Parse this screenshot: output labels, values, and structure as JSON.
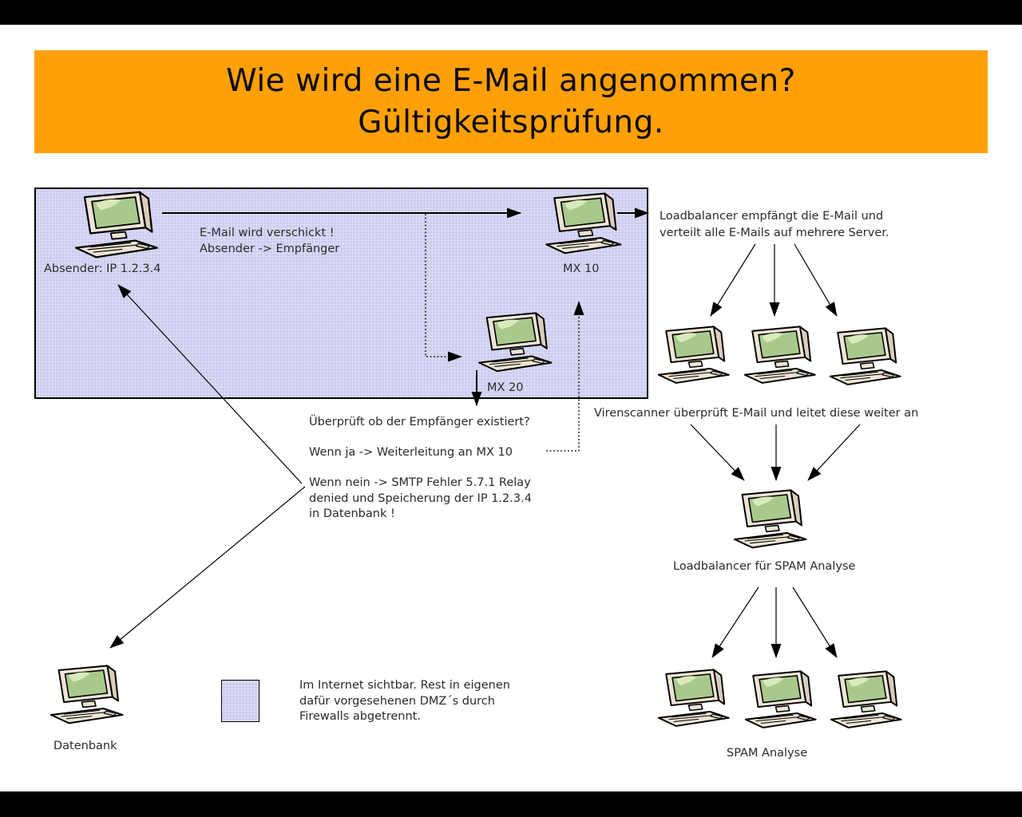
{
  "slide": {
    "title_line1": "Wie wird eine E-Mail angenommen?",
    "title_line2": "Gültigkeitsprüfung."
  },
  "dmz_box": {
    "absender_label": "Absender: IP 1.2.3.4",
    "send_note_line1": "E-Mail wird verschickt !",
    "send_note_line2": "Absender -> Empfänger",
    "mx10_label": "MX 10",
    "mx20_label": "MX 20"
  },
  "right_flow": {
    "loadbalancer_note_line1": "Loadbalancer empfängt die E-Mail und",
    "loadbalancer_note_line2": "verteilt alle E-Mails auf mehrere Server.",
    "virenscanner_note": "Virenscanner überprüft E-Mail und leitet diese weiter an",
    "spam_loadbalancer_label": "Loadbalancer für SPAM Analyse",
    "spam_analyse_label": "SPAM Analyse"
  },
  "mx20_flow": {
    "check_question": "Überprüft ob der Empfänger existiert?",
    "if_yes": "Wenn ja -> Weiterleitung an MX 10",
    "if_no_line1": "Wenn nein -> SMTP Fehler 5.7.1 Relay",
    "if_no_line2": "denied und Speicherung der IP 1.2.3.4",
    "if_no_line3": "in Datenbank !"
  },
  "bottom_left": {
    "datenbank_label": "Datenbank",
    "legend_line1": "Im Internet sichtbar. Rest in eigenen",
    "legend_line2": "dafür vorgesehenen DMZ´s durch",
    "legend_line3": "Firewalls abgetrennt."
  },
  "icons": {
    "computer": "desktop-pc-clipart"
  },
  "colors": {
    "banner_orange": "#ffa006",
    "dmz_fill": "#ccccf0",
    "screen_green": "#a9c98c",
    "screen_highlight": "#d8e9bc",
    "case_beige": "#ece4d4",
    "case_shadow": "#d9cdbb"
  }
}
